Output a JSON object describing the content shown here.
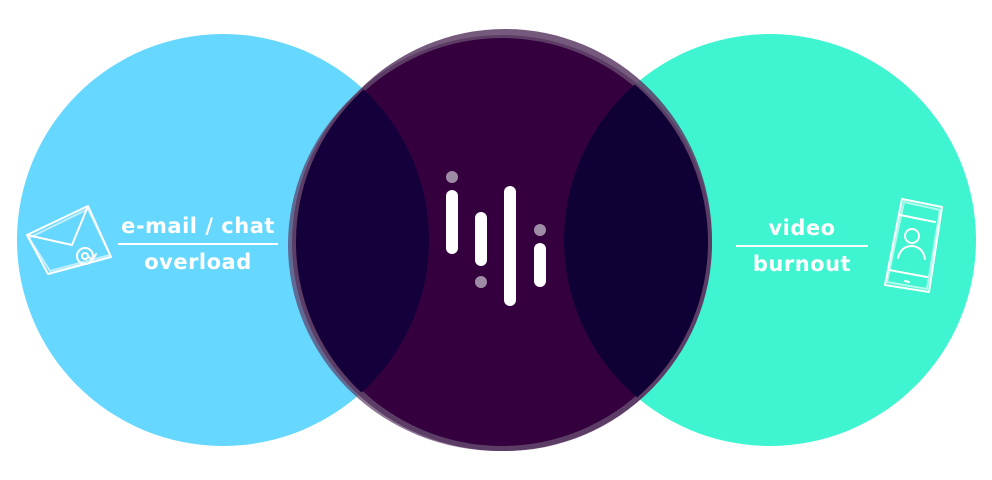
{
  "diagram": {
    "left_circle": {
      "label_top": "e-mail / chat",
      "label_bottom": "overload",
      "icon": "envelope-at-icon",
      "color": "#66d7fe"
    },
    "center_circle": {
      "icon": "audio-bars-logo-icon",
      "color": "#34003e",
      "rim_color": "#5d3d66",
      "overlap_color": "#14003a"
    },
    "right_circle": {
      "label_top": "video",
      "label_bottom": "burnout",
      "icon": "smartphone-user-icon",
      "color": "#3ff4d1"
    }
  }
}
